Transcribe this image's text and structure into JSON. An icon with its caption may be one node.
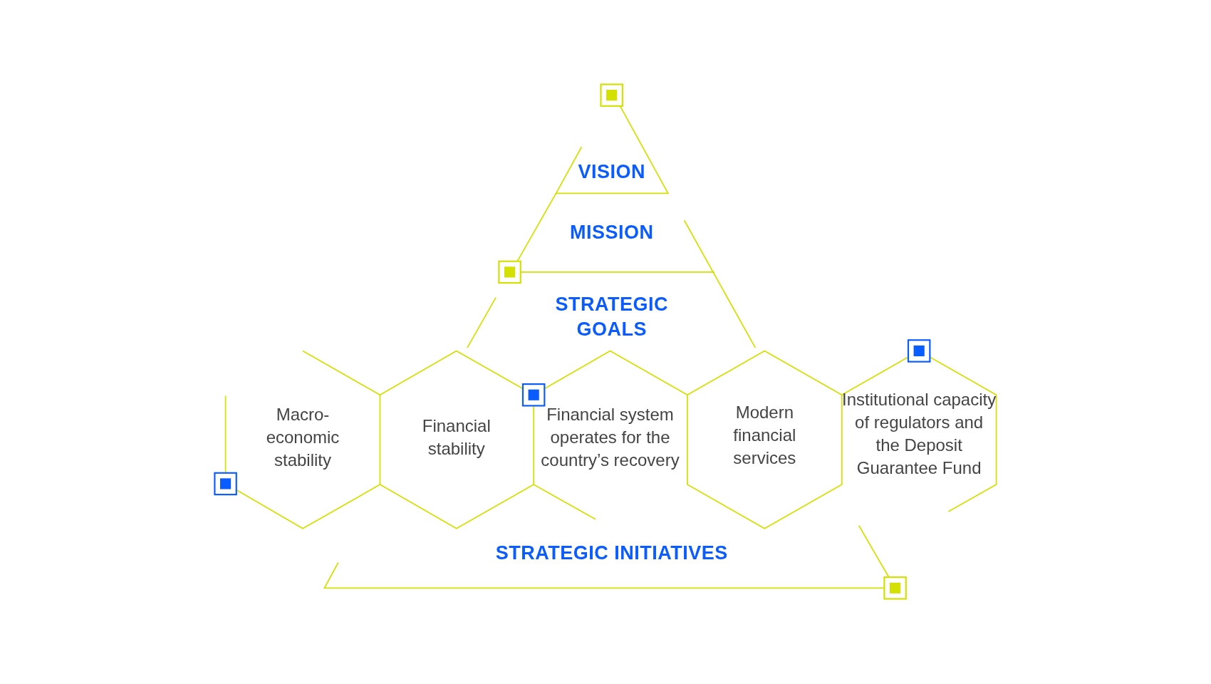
{
  "diagram": {
    "nodes": [
      {
        "text": [
          "VISION"
        ]
      },
      {
        "text": [
          "MISSION"
        ]
      },
      {
        "text": [
          "STRATEGIC GOALS"
        ]
      },
      {
        "text": [
          "Macro-economic stability"
        ]
      },
      {
        "text": [
          "Financial stability"
        ]
      },
      {
        "text": [
          "Financial system operates for the country’s recovery"
        ]
      },
      {
        "text": [
          "Modern financial services"
        ]
      },
      {
        "text": [
          "Institutional capacity of regulators and the Deposit Guarantee Fund"
        ]
      },
      {
        "text": [
          "STRATEGIC INITIATIVES"
        ]
      }
    ]
  }
}
